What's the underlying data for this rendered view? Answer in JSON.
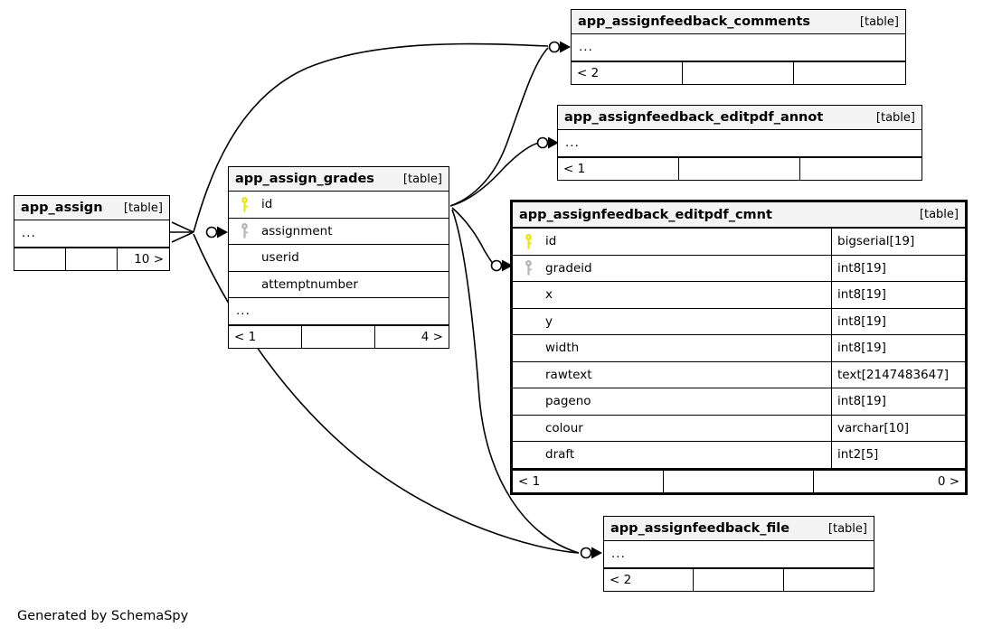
{
  "diagram": {
    "credit": "Generated by SchemaSpy",
    "table_tag": "[table]",
    "ellipsis": "...",
    "colors": {
      "pk_key": "#e8e800",
      "fk_key": "#b0b0b0",
      "header_bg": "#f4f4f4",
      "border": "#000000",
      "background": "#ffffff"
    }
  },
  "tables": {
    "app_assign": {
      "name": "app_assign",
      "tag": "[table]",
      "rows": [
        {
          "key": "none",
          "name": "...",
          "type": ""
        }
      ],
      "footer": {
        "left": "",
        "middle": "",
        "right": "10 >"
      }
    },
    "app_assign_grades": {
      "name": "app_assign_grades",
      "tag": "[table]",
      "rows": [
        {
          "key": "pk",
          "name": "id",
          "type": ""
        },
        {
          "key": "fk",
          "name": "assignment",
          "type": ""
        },
        {
          "key": "none",
          "name": "userid",
          "type": ""
        },
        {
          "key": "none",
          "name": "attemptnumber",
          "type": ""
        },
        {
          "key": "none",
          "name": "...",
          "type": ""
        }
      ],
      "footer": {
        "left": "< 1",
        "middle": "",
        "right": "4 >"
      }
    },
    "app_assignfeedback_comments": {
      "name": "app_assignfeedback_comments",
      "tag": "[table]",
      "rows": [
        {
          "key": "none",
          "name": "...",
          "type": ""
        }
      ],
      "footer": {
        "left": "< 2",
        "middle": "",
        "right": ""
      }
    },
    "app_assignfeedback_editpdf_annot": {
      "name": "app_assignfeedback_editpdf_annot",
      "tag": "[table]",
      "rows": [
        {
          "key": "none",
          "name": "...",
          "type": ""
        }
      ],
      "footer": {
        "left": "< 1",
        "middle": "",
        "right": ""
      }
    },
    "app_assignfeedback_editpdf_cmnt": {
      "name": "app_assignfeedback_editpdf_cmnt",
      "tag": "[table]",
      "focal": true,
      "rows": [
        {
          "key": "pk",
          "name": "id",
          "type": "bigserial[19]"
        },
        {
          "key": "fk",
          "name": "gradeid",
          "type": "int8[19]"
        },
        {
          "key": "none",
          "name": "x",
          "type": "int8[19]"
        },
        {
          "key": "none",
          "name": "y",
          "type": "int8[19]"
        },
        {
          "key": "none",
          "name": "width",
          "type": "int8[19]"
        },
        {
          "key": "none",
          "name": "rawtext",
          "type": "text[2147483647]"
        },
        {
          "key": "none",
          "name": "pageno",
          "type": "int8[19]"
        },
        {
          "key": "none",
          "name": "colour",
          "type": "varchar[10]"
        },
        {
          "key": "none",
          "name": "draft",
          "type": "int2[5]"
        }
      ],
      "footer": {
        "left": "< 1",
        "middle": "",
        "right": "0 >"
      }
    },
    "app_assignfeedback_file": {
      "name": "app_assignfeedback_file",
      "tag": "[table]",
      "rows": [
        {
          "key": "none",
          "name": "...",
          "type": ""
        }
      ],
      "footer": {
        "left": "< 2",
        "middle": "",
        "right": ""
      }
    }
  }
}
